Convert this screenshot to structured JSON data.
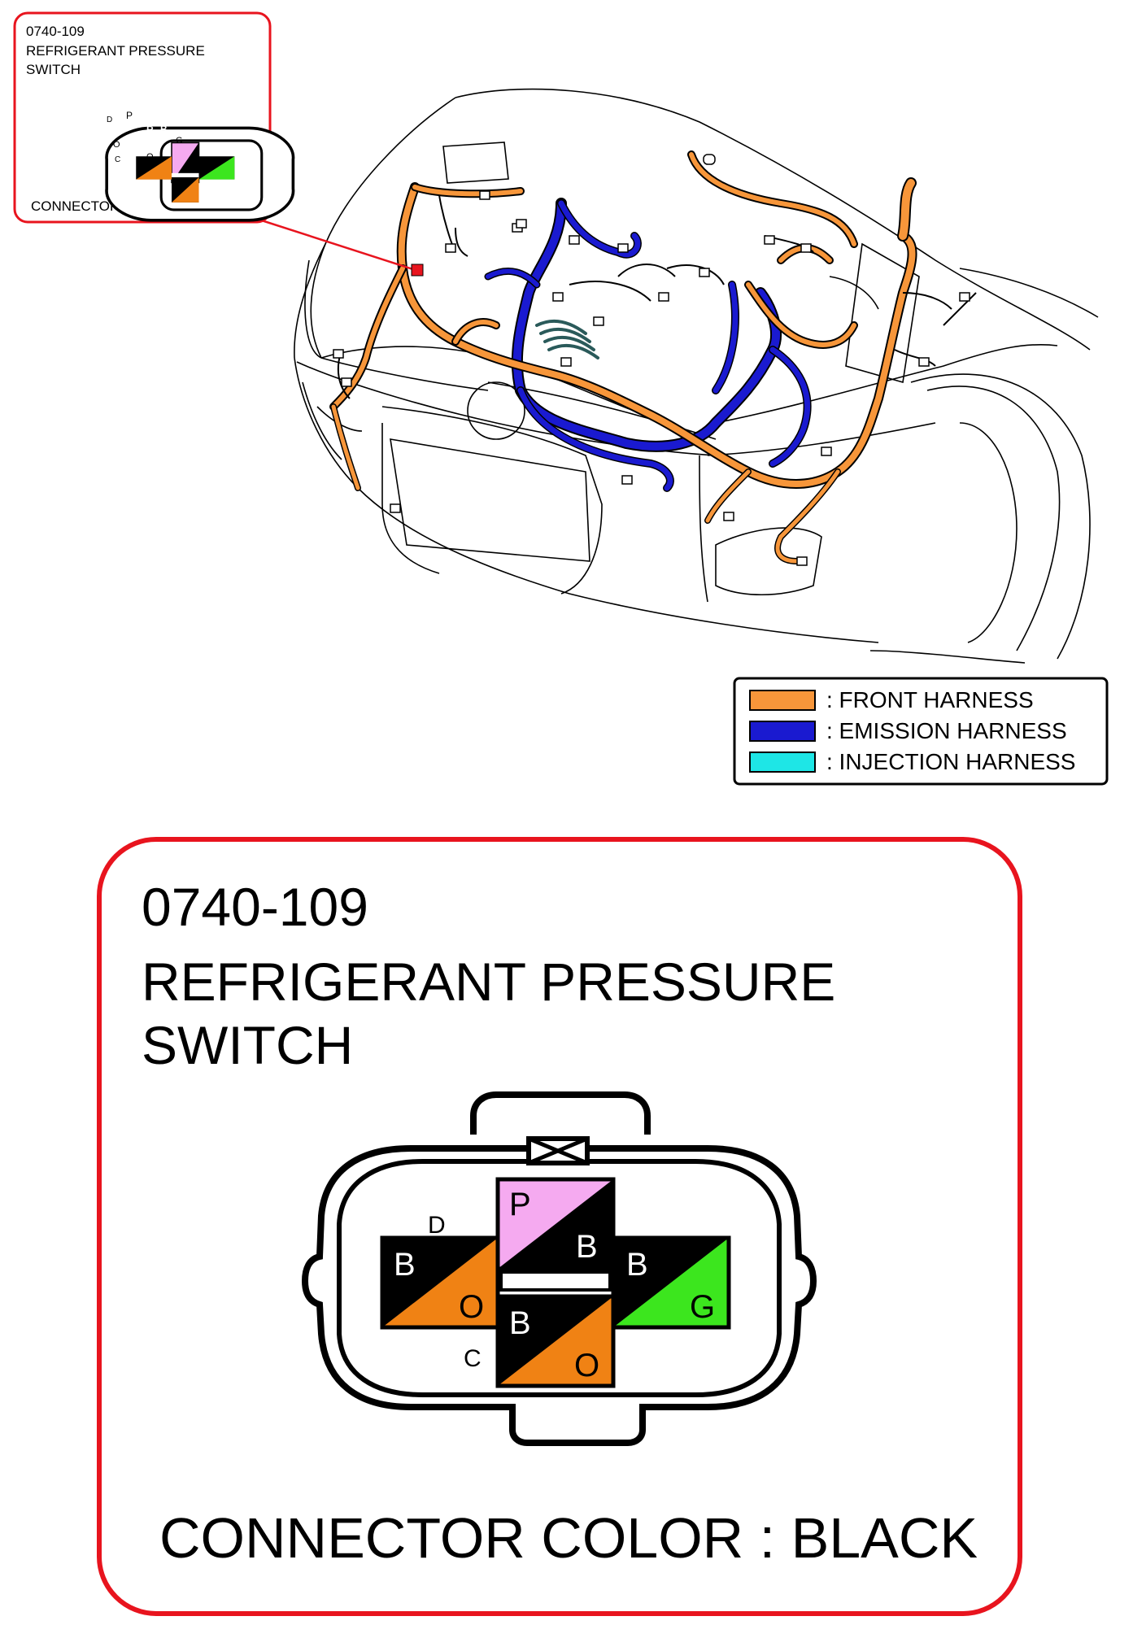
{
  "small_callout": {
    "code": "0740-109",
    "title_line1": "REFRIGERANT PRESSURE",
    "title_line2": "SWITCH",
    "connector_color": "CONNECTOR COLOR : BLACK"
  },
  "large_callout": {
    "code": "0740-109",
    "title_line1": "REFRIGERANT PRESSURE",
    "title_line2": "SWITCH",
    "connector_color": "CONNECTOR COLOR : BLACK"
  },
  "terminals": {
    "d_label": "D",
    "c_label": "C",
    "d_main": "B",
    "d_stripe": "O",
    "top_main": "P",
    "top_stripe": "B",
    "right_main": "B",
    "right_stripe": "G",
    "c_main": "B",
    "c_stripe": "O"
  },
  "legend": {
    "items": [
      {
        "label": ": FRONT HARNESS",
        "color": "#F7963A"
      },
      {
        "label": ": EMISSION HARNESS",
        "color": "#1A1AD0"
      },
      {
        "label": ": INJECTION HARNESS",
        "color": "#1EE6E6"
      }
    ]
  },
  "colors": {
    "callout_border": "#E8141E",
    "pink": "#F5AAF0",
    "orange": "#F08214",
    "green": "#3CE61E",
    "black": "#000000"
  }
}
